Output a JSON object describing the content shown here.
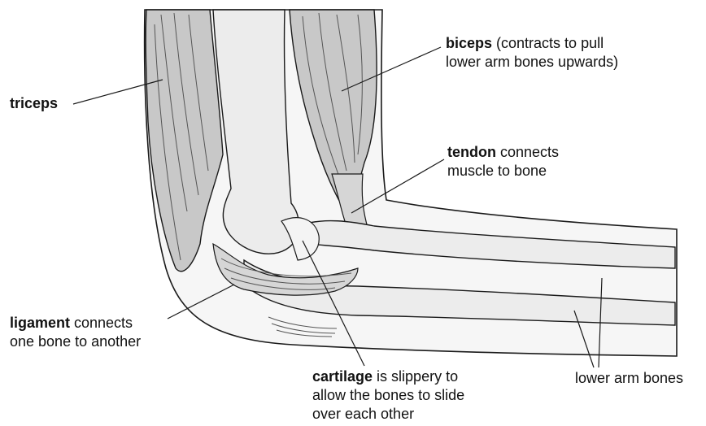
{
  "diagram": {
    "labels": {
      "triceps": {
        "term": "triceps",
        "text": ""
      },
      "biceps": {
        "term": "biceps",
        "text_line1": " (contracts to pull",
        "text_line2": "lower arm bones upwards)"
      },
      "tendon": {
        "term": "tendon",
        "text_line1": " connects",
        "text_line2": "muscle to bone"
      },
      "ligament": {
        "term": "ligament",
        "text_line1": " connects",
        "text_line2": "one bone to another"
      },
      "cartilage": {
        "term": "cartilage",
        "text_line1": " is slippery to",
        "text_line2": "allow the bones to slide",
        "text_line3": "over each other"
      },
      "lower_arm_bones": {
        "text": "lower arm bones"
      }
    },
    "colors": {
      "muscle": "#c9c9c9",
      "bone": "#eeeeee",
      "skin": "#ffffff",
      "outline": "#1a1a1a",
      "ligament": "#d6d6d6"
    }
  }
}
